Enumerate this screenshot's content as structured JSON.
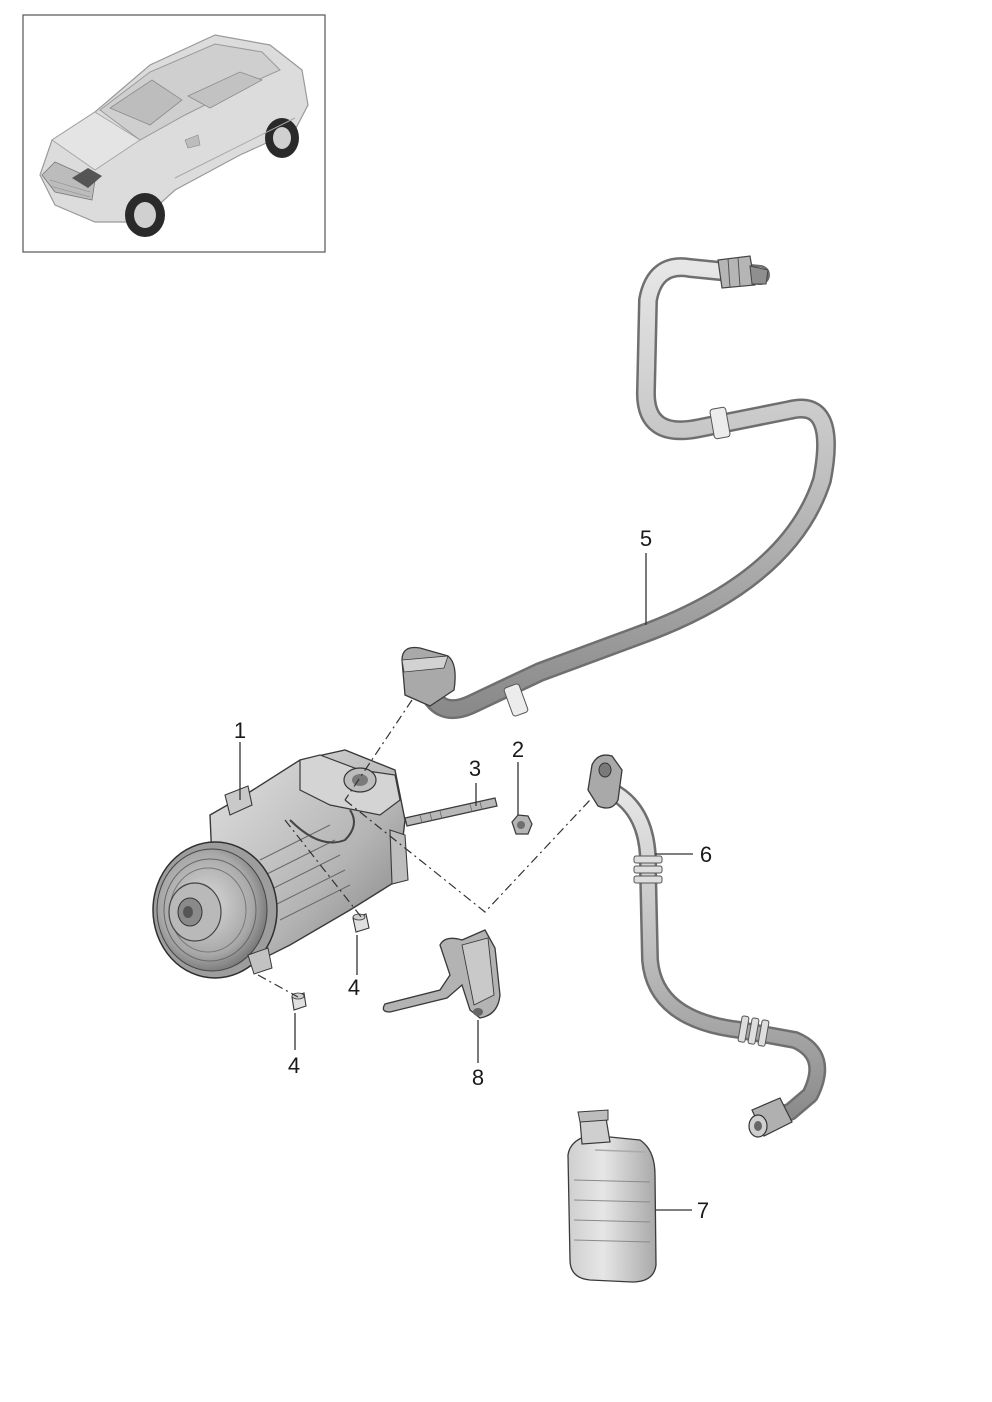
{
  "callouts": {
    "c1": "1",
    "c2": "2",
    "c3": "3",
    "c4a": "4",
    "c4b": "4",
    "c5": "5",
    "c6": "6",
    "c7": "7",
    "c8": "8"
  },
  "colors": {
    "part_fill": "#c8c8c8",
    "part_shadow": "#8e8e8e",
    "part_highlight": "#e8e8e8",
    "line": "#333333"
  }
}
